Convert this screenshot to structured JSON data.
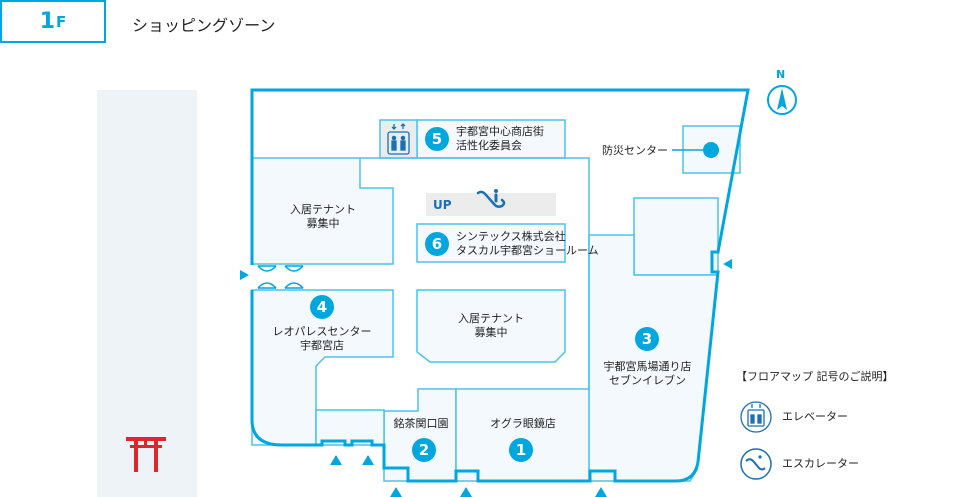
{
  "header": {
    "floor": "1",
    "floor_suffix": "F",
    "zone": "ショッピングゾーン"
  },
  "map": {
    "compass": "N",
    "up_label": "UP",
    "tenants": [
      {
        "num": "1",
        "line1": "オグラ眼鏡店",
        "line2": ""
      },
      {
        "num": "2",
        "line1": "銘茶関口園",
        "line2": ""
      },
      {
        "num": "3",
        "line1": "宇都宮馬場通り店",
        "line2": "セブンイレブン"
      },
      {
        "num": "4",
        "line1": "レオパレスセンター",
        "line2": "宇都宮店"
      },
      {
        "num": "5",
        "line1": "宇都宮中心商店街",
        "line2": "活性化委員会"
      },
      {
        "num": "6",
        "line1": "シンテックス株式会社",
        "line2": "タスカル宇都宮ショールーム"
      }
    ],
    "vacant": {
      "line1": "入居テナント",
      "line2": "募集中"
    },
    "disaster_center": "防災センター"
  },
  "legend": {
    "title": "【フロアマップ 記号のご説明】",
    "elevator": "エレベーター",
    "escalator": "エスカレーター"
  },
  "colors": {
    "accent": "#00a7de",
    "room_fill": "#f4f9fd",
    "legend_blue": "#1a6fb5",
    "torii": "#e0262b"
  }
}
